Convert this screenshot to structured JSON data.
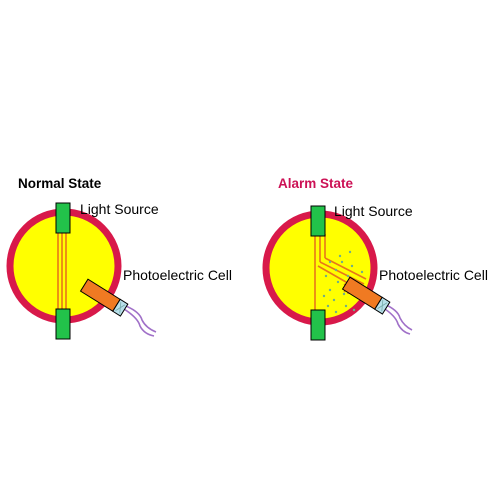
{
  "normal": {
    "title": "Normal State",
    "light_label": "Light Source",
    "cell_label": "Photoelectric Cell"
  },
  "alarm": {
    "title": "Alarm State",
    "light_label": "Light Source",
    "cell_label": "Photoelectric Cell"
  },
  "colors": {
    "ring": "#d8194a",
    "chamber": "#ffff00",
    "emitter": "#22c24a",
    "beam": "#e8761a",
    "sensor_body": "#f07a22",
    "sensor_window": "#b8e0ea",
    "wire": "#a070c8",
    "normal_title": "#000000",
    "alarm_title": "#cc1155"
  }
}
